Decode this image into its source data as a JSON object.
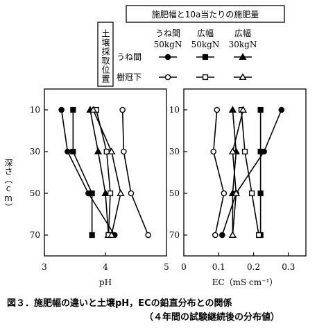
{
  "chart_data": {
    "type": "line",
    "legend": {
      "header": "施肥幅と10a当たりの施肥量",
      "side_label": "土壌採取位置",
      "columns": [
        {
          "line1": "うね間",
          "line2": "50kgN"
        },
        {
          "line1": "広幅",
          "line2": "50kgN"
        },
        {
          "line1": "広幅",
          "line2": "30kgN"
        }
      ],
      "rows": [
        "うね間",
        "樹冠下"
      ]
    },
    "y_axis": {
      "label": "深さ（cm）",
      "ticks": [
        "10",
        "30",
        "50",
        "70"
      ],
      "inverted": true,
      "ylim": [
        0,
        80
      ]
    },
    "panels": [
      {
        "xlabel": "pH",
        "xlim": [
          3,
          5
        ],
        "ticks": [
          "3",
          "4",
          "5"
        ],
        "series": [
          {
            "marker": "circle",
            "filled": true,
            "points": [
              [
                3.28,
                10
              ],
              [
                3.38,
                30
              ],
              [
                3.72,
                50
              ],
              [
                4.15,
                70
              ]
            ]
          },
          {
            "marker": "square",
            "filled": true,
            "points": [
              [
                3.47,
                10
              ],
              [
                3.47,
                30
              ],
              [
                3.78,
                50
              ],
              [
                3.78,
                70
              ]
            ]
          },
          {
            "marker": "triangle",
            "filled": true,
            "points": [
              [
                3.75,
                10
              ],
              [
                3.88,
                30
              ],
              [
                4.0,
                50
              ],
              [
                4.05,
                70
              ]
            ]
          },
          {
            "marker": "circle",
            "filled": false,
            "points": [
              [
                4.28,
                10
              ],
              [
                4.3,
                30
              ],
              [
                4.42,
                50
              ],
              [
                4.7,
                70
              ]
            ]
          },
          {
            "marker": "square",
            "filled": false,
            "points": [
              [
                3.85,
                10
              ],
              [
                4.02,
                30
              ],
              [
                4.08,
                50
              ],
              [
                4.05,
                70
              ]
            ]
          },
          {
            "marker": "triangle",
            "filled": false,
            "points": [
              [
                3.8,
                10
              ],
              [
                4.1,
                30
              ],
              [
                4.25,
                50
              ],
              [
                4.1,
                70
              ]
            ]
          }
        ]
      },
      {
        "xlabel": "EC（mS cm⁻¹）",
        "xlim": [
          0,
          0.35
        ],
        "ticks": [
          "0",
          "0.1",
          "0.2",
          "0.3"
        ],
        "series": [
          {
            "marker": "circle",
            "filled": true,
            "points": [
              [
                0.28,
                10
              ],
              [
                0.23,
                30
              ],
              [
                0.15,
                50
              ],
              [
                0.11,
                70
              ]
            ]
          },
          {
            "marker": "square",
            "filled": true,
            "points": [
              [
                0.22,
                10
              ],
              [
                0.22,
                30
              ],
              [
                0.22,
                50
              ],
              [
                0.22,
                70
              ]
            ]
          },
          {
            "marker": "triangle",
            "filled": true,
            "points": [
              [
                0.14,
                10
              ],
              [
                0.15,
                30
              ],
              [
                0.14,
                50
              ],
              [
                0.14,
                70
              ]
            ]
          },
          {
            "marker": "circle",
            "filled": false,
            "points": [
              [
                0.095,
                10
              ],
              [
                0.085,
                30
              ],
              [
                0.115,
                50
              ],
              [
                0.09,
                70
              ]
            ]
          },
          {
            "marker": "square",
            "filled": false,
            "points": [
              [
                0.165,
                10
              ],
              [
                0.175,
                30
              ],
              [
                0.195,
                50
              ],
              [
                0.215,
                70
              ]
            ]
          },
          {
            "marker": "triangle",
            "filled": false,
            "points": [
              [
                0.17,
                10
              ],
              [
                0.14,
                30
              ],
              [
                0.15,
                50
              ],
              [
                0.14,
                70
              ]
            ]
          }
        ]
      }
    ]
  },
  "caption": {
    "line1": "図３．施肥幅の違いと土壌pH，ECの鉛直分布との関係",
    "line2": "（４年間の試験継続後の分布値）"
  }
}
